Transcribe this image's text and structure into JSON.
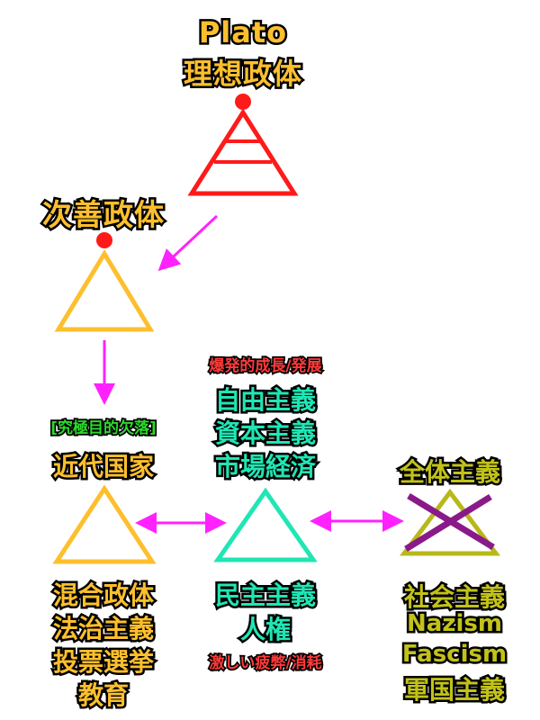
{
  "nodes": {
    "plato": {
      "lines": [
        "Plato",
        "理想政体"
      ]
    },
    "second_best": {
      "title": "次善政体"
    },
    "modern_state": {
      "note": "[究極目的欠落]",
      "title": "近代国家",
      "features": [
        "混合政体",
        "法治主義",
        "投票選挙",
        "教育"
      ]
    },
    "democracy": {
      "top": [
        "爆発的成長/発展"
      ],
      "top_items": [
        "自由主義",
        "資本主義",
        "市場経済"
      ],
      "title": "民主主義",
      "sub": "人権",
      "bottom": "激しい疲弊/消耗"
    },
    "totalitarianism": {
      "title": "全体主義",
      "items": [
        "社会主義",
        "Nazism",
        "Fascism",
        "軍国主義"
      ]
    }
  },
  "colors": {
    "ideal": "#ff1a1a",
    "second_best": "#fdbf2d",
    "democracy": "#20e6b4",
    "totalitarian": "#b8b81a",
    "cross": "#8a1a8a",
    "arrow": "#ff22ff"
  }
}
